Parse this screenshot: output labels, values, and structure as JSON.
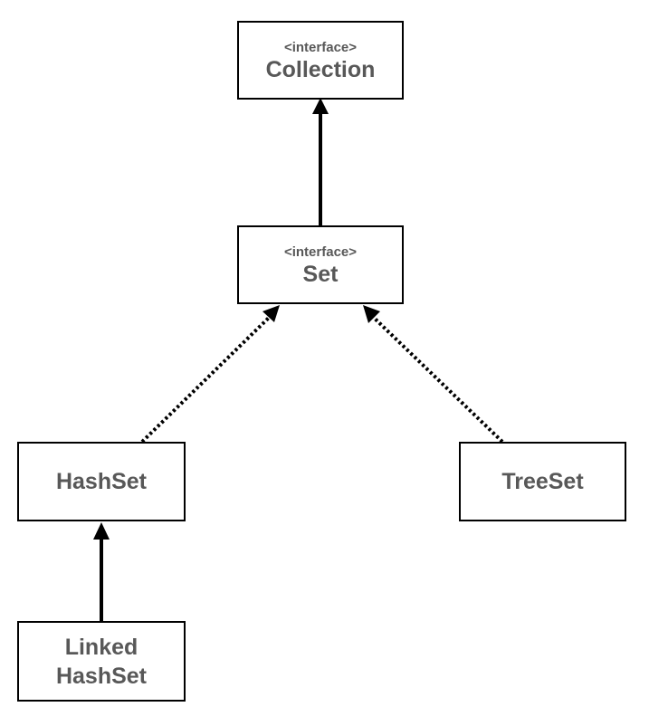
{
  "nodes": {
    "collection": {
      "stereotype": "<interface>",
      "name": "Collection"
    },
    "set": {
      "stereotype": "<interface>",
      "name": "Set"
    },
    "hashset": {
      "name": "HashSet"
    },
    "treeset": {
      "name": "TreeSet"
    },
    "linkedhashset": {
      "name_line1": "Linked",
      "name_line2": "HashSet"
    }
  },
  "edges": [
    {
      "from": "set",
      "to": "collection",
      "style": "solid"
    },
    {
      "from": "hashset",
      "to": "set",
      "style": "dotted"
    },
    {
      "from": "treeset",
      "to": "set",
      "style": "dotted"
    },
    {
      "from": "linkedhashset",
      "to": "hashset",
      "style": "solid"
    }
  ],
  "colors": {
    "text": "#585858",
    "border": "#000000",
    "background": "#ffffff"
  }
}
